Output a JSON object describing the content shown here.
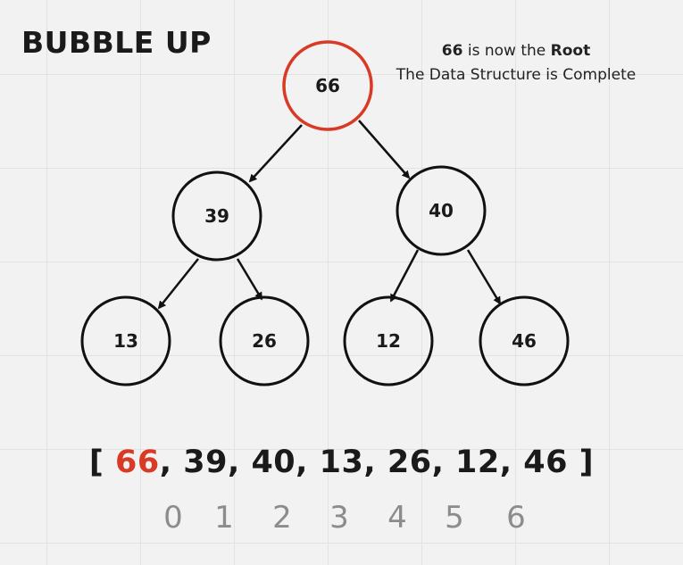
{
  "title": "BUBBLE UP",
  "note": {
    "value": "66",
    "line1_middle": " is now the ",
    "line1_bold": "Root",
    "line2": "The Data Structure is Complete"
  },
  "colors": {
    "highlight": "#d93a25",
    "node_stroke": "#111111",
    "index_text": "#8c8c8c"
  },
  "tree": {
    "nodes": [
      "66",
      "39",
      "40",
      "13",
      "26",
      "12",
      "46"
    ],
    "highlighted_index": 0
  },
  "array": {
    "open": "[",
    "close": "]",
    "values": [
      "66",
      "39",
      "40",
      "13",
      "26",
      "12",
      "46"
    ],
    "indices": [
      "0",
      "1",
      "2",
      "3",
      "4",
      "5",
      "6"
    ]
  }
}
